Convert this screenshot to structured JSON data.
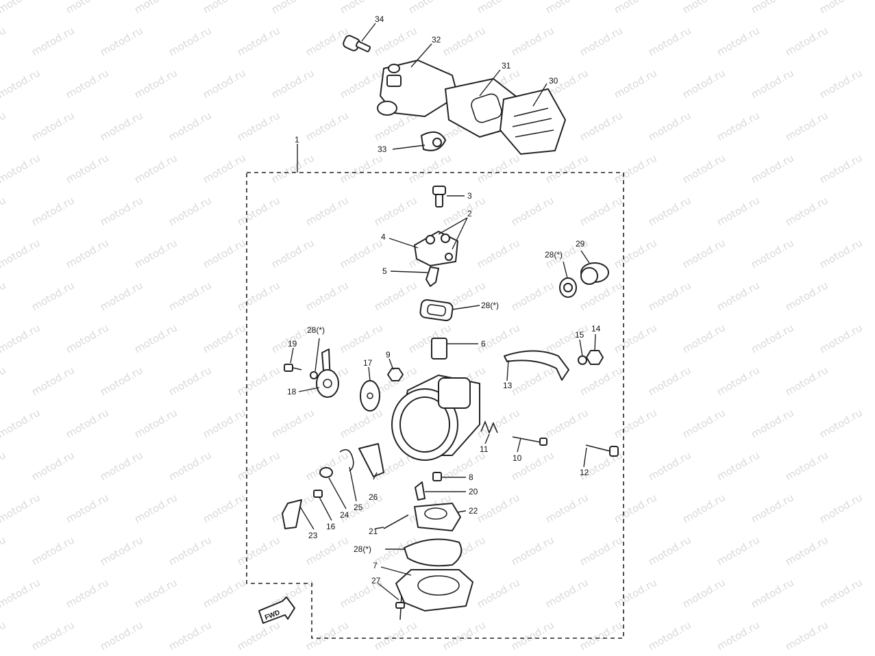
{
  "watermark": "motod.ru",
  "fwd_label": "FWD",
  "labels": {
    "l1": "1",
    "l2": "2",
    "l3": "3",
    "l4": "4",
    "l5": "5",
    "l6": "6",
    "l7": "7",
    "l8": "8",
    "l9": "9",
    "l10": "10",
    "l11": "11",
    "l12": "12",
    "l13": "13",
    "l14": "14",
    "l15": "15",
    "l16": "16",
    "l17": "17",
    "l18": "18",
    "l19": "19",
    "l20": "20",
    "l21": "21",
    "l22": "22",
    "l23": "23",
    "l24": "24",
    "l25": "25",
    "l26": "26",
    "l27": "27",
    "l28a": "28(*)",
    "l28b": "28(*)",
    "l28c": "28(*)",
    "l28d": "28(*)",
    "l29": "29",
    "l30": "30",
    "l31": "31",
    "l32": "32",
    "l33": "33",
    "l34": "34"
  },
  "colors": {
    "line": "#222222",
    "watermark": "#d9d9d9"
  }
}
